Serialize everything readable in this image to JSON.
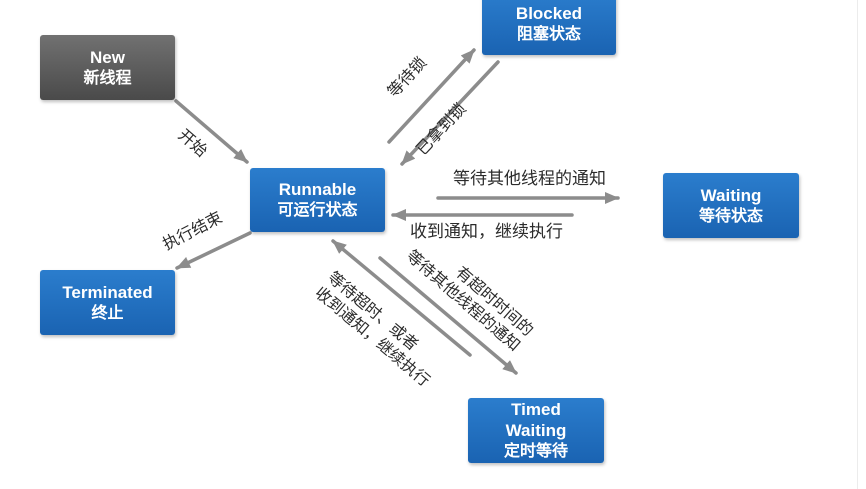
{
  "states": {
    "new": {
      "en": "New",
      "zh": "新线程"
    },
    "blocked": {
      "en": "Blocked",
      "zh": "阻塞状态"
    },
    "runnable": {
      "en": "Runnable",
      "zh": "可运行状态"
    },
    "waiting": {
      "en": "Waiting",
      "zh": "等待状态"
    },
    "terminated": {
      "en": "Terminated",
      "zh": "终止"
    },
    "timed_waiting": {
      "en_line1": "Timed",
      "en_line2": "Waiting",
      "zh": "定时等待"
    }
  },
  "transitions": {
    "start": "开始",
    "wait_lock": "等待锁",
    "got_lock": "已拿到锁",
    "wait_notify": "等待其他线程的通知",
    "notified_continue": "收到通知，继续执行",
    "finished": "执行结束",
    "timed_wait_line1": "有超时时间的",
    "timed_wait_line2": "等待其他线程的通知",
    "timeout_line1": "等待超时、或者",
    "timeout_line2": "收到通知，继续执行"
  },
  "colors": {
    "box_top": "#2b7dcd",
    "box_bottom": "#1a63b2",
    "new_top": "#717171",
    "new_bottom": "#4a4a4a",
    "arrow": "#8c8c8c",
    "label": "#2b2b2b"
  }
}
